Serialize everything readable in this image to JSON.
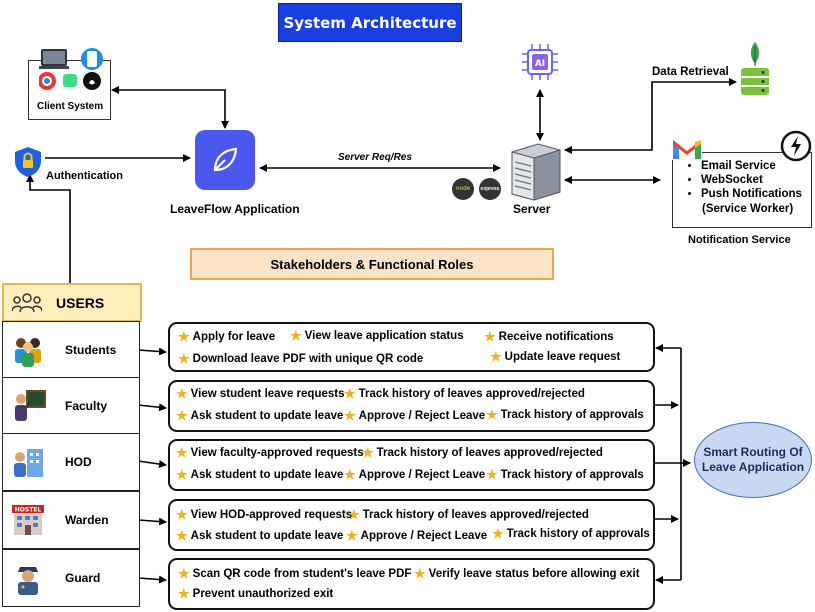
{
  "title": "System Architecture",
  "nodes": {
    "client": "Client System",
    "authentication": "Authentication",
    "app": "LeaveFlow Application",
    "server": "Server",
    "data_retrieval": "Data Retrieval",
    "notification_service": "Notification Service",
    "server_link": "Server Req/Res",
    "tech_badges": [
      "node",
      "express"
    ]
  },
  "notifications": {
    "items": [
      "Email Service",
      "WebSocket",
      "Push Notifications",
      "(Service Worker)"
    ]
  },
  "stakeholders_title": "Stakeholders & Functional Roles",
  "users_header": "USERS",
  "smart_routing": {
    "line1": "Smart Routing Of",
    "line2": "Leave Application"
  },
  "roles": [
    {
      "name": "Students",
      "features": [
        "Apply for leave",
        "View leave application status",
        "Receive notifications",
        "Download leave PDF with unique QR code",
        "Update leave request"
      ]
    },
    {
      "name": "Faculty",
      "features": [
        "View student leave requests",
        "Track history of leaves approved/rejected",
        "Ask student to update leave",
        "Approve / Reject Leave",
        "Track history of approvals"
      ]
    },
    {
      "name": "HOD",
      "features": [
        "View faculty-approved requests",
        "Track history of leaves approved/rejected",
        "Ask student to update leave",
        "Approve / Reject Leave",
        "Track history of approvals"
      ]
    },
    {
      "name": "Warden",
      "features": [
        "View HOD-approved requests",
        "Track history of leaves approved/rejected",
        "Ask student to update leave",
        "Approve / Reject Leave",
        "Track history of approvals"
      ]
    },
    {
      "name": "Guard",
      "features": [
        "Scan QR code from student's leave PDF",
        "Verify leave status before allowing exit",
        "Prevent unauthorized exit"
      ]
    }
  ],
  "colors": {
    "title_bg": "#1a3fe0",
    "app_icon": "#4a58f0",
    "stakeholders_bg": "#fde3c8",
    "users_bg": "#fdeebb",
    "smart_bg": "#c8d8f2",
    "star": "#f2b01e"
  }
}
